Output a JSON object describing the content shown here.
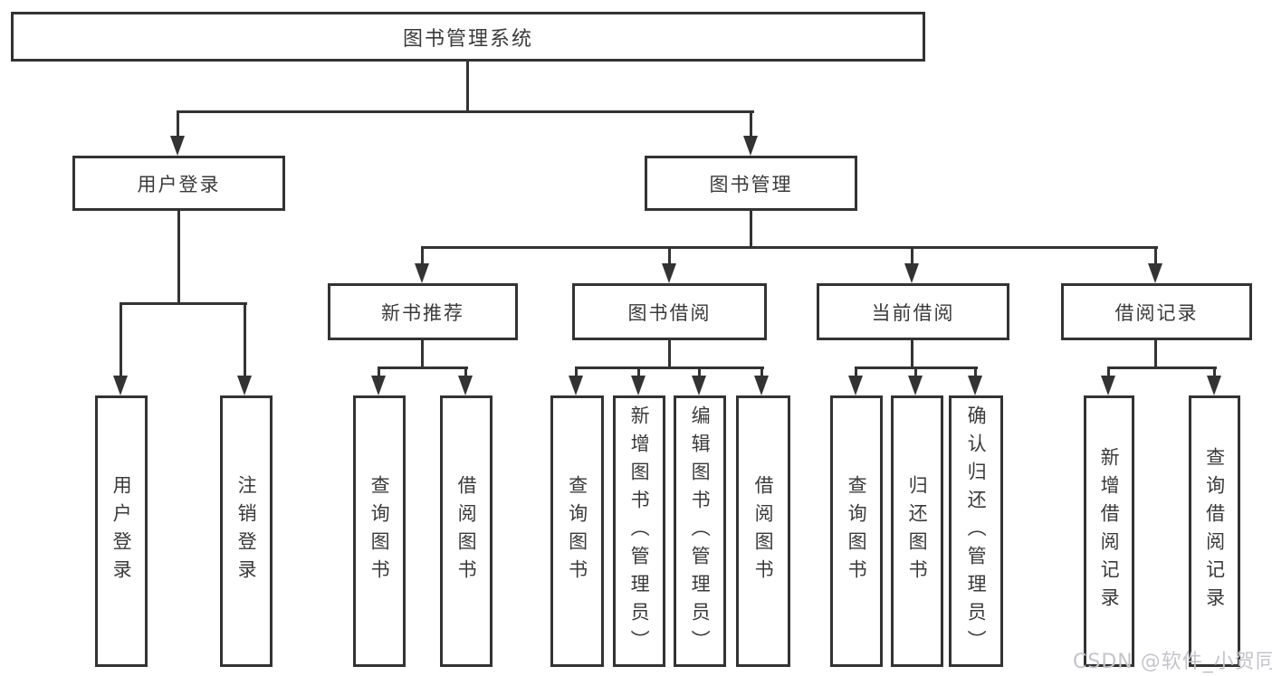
{
  "tree": {
    "root": {
      "label": "图书管理系统",
      "children": [
        {
          "label": "用户登录",
          "children": [
            {
              "label": "用户登录"
            },
            {
              "label": "注销登录"
            }
          ]
        },
        {
          "label": "图书管理",
          "children": [
            {
              "label": "新书推荐",
              "children": [
                {
                  "label": "查询图书"
                },
                {
                  "label": "借阅图书"
                }
              ]
            },
            {
              "label": "图书借阅",
              "children": [
                {
                  "label": "查询图书"
                },
                {
                  "label": "新增图书（管理员）"
                },
                {
                  "label": "编辑图书（管理员）"
                },
                {
                  "label": "借阅图书"
                }
              ]
            },
            {
              "label": "当前借阅",
              "children": [
                {
                  "label": "查询图书"
                },
                {
                  "label": "归还图书"
                },
                {
                  "label": "确认归还（管理员）"
                }
              ]
            },
            {
              "label": "借阅记录",
              "children": [
                {
                  "label": "新增借阅记录"
                },
                {
                  "label": "查询借阅记录"
                }
              ]
            }
          ]
        }
      ]
    }
  },
  "watermark": {
    "text": "CSDN @软件_小贺同学"
  },
  "colors": {
    "line": "#333333",
    "text": "#3a3a3a",
    "background": "#ffffff",
    "watermark": "#c4c4ca"
  }
}
